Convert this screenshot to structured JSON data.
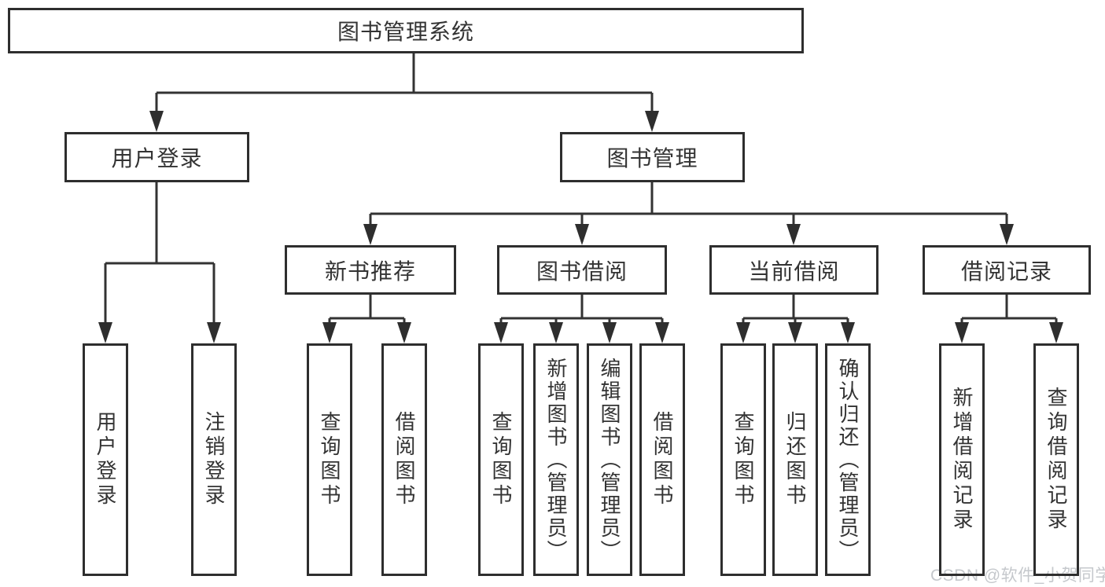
{
  "diagram": {
    "root": {
      "label": "图书管理系统"
    },
    "level2": [
      {
        "label": "用户登录"
      },
      {
        "label": "图书管理"
      }
    ],
    "level3": [
      {
        "label": "新书推荐"
      },
      {
        "label": "图书借阅"
      },
      {
        "label": "当前借阅"
      },
      {
        "label": "借阅记录"
      }
    ],
    "leaves": {
      "user_login": [
        "用户登录",
        "注销登录"
      ],
      "new_book": [
        "查询图书",
        "借阅图书"
      ],
      "book_borrow": [
        "查询图书",
        "新增图书（管理员）",
        "编辑图书（管理员）",
        "借阅图书"
      ],
      "current_borrow": [
        "查询图书",
        "归还图书",
        "确认归还（管理员）"
      ],
      "borrow_record": [
        "新增借阅记录",
        "查询借阅记录"
      ]
    }
  },
  "watermark": {
    "text": "CSDN @软件_小贺同学"
  },
  "colors": {
    "line": "#333333",
    "box_border": "#2e2e2e",
    "text": "#333333",
    "watermark": "#c5c8cc",
    "background": "#ffffff"
  }
}
